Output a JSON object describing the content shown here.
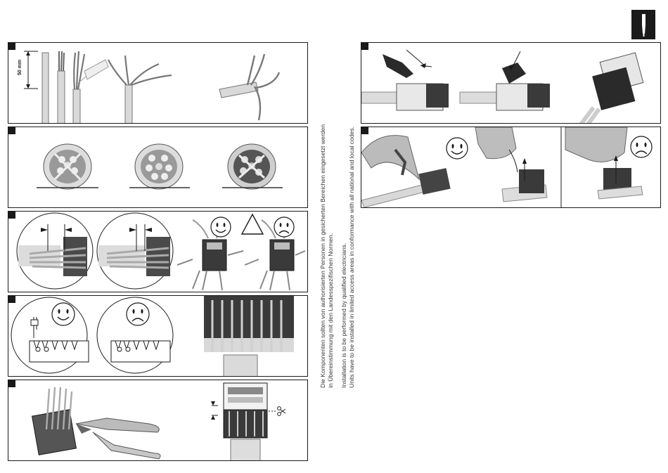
{
  "instructions": {
    "de_line1": "Die Komponenten sollten von authorisierten Personen in gesicherten Bereichen eingesetzt werden",
    "de_line2": "in Übereinstimmung mit den Landesspezifischen Normen.",
    "en_line1": "Installation is to be performed by qualified electricians.",
    "en_line2": "Units have to be installed in limited access areas in conformance with all national and local codes."
  },
  "step1": {
    "dimension_label": "50 mm"
  },
  "icons": [
    "happy-face-icon",
    "sad-face-icon",
    "warning-triangle-icon",
    "scissors-icon",
    "screwdriver-icon"
  ],
  "colors": {
    "ink": "#1a1a1a",
    "cable": "#d9d9d9",
    "module": "#2a2a2a"
  }
}
